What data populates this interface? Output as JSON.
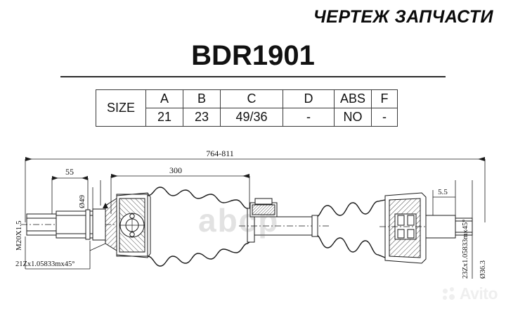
{
  "header": {
    "brand_title": "ЧЕРТЕЖ ЗАПЧАСТИ",
    "part_number": "BDR1901"
  },
  "spec_table": {
    "row_label": "SIZE",
    "columns": [
      "A",
      "B",
      "C",
      "D",
      "ABS",
      "F"
    ],
    "values": [
      "21",
      "23",
      "49/36",
      "-",
      "NO",
      "-"
    ]
  },
  "drawing": {
    "dimensions": {
      "overall_length": "764-811",
      "inner_length": "300",
      "left_spline_length": "55",
      "left_flange_diameter": "Ø49",
      "right_step": "5.5",
      "right_diameter": "Ø36.3",
      "left_thread": "M20X1.5",
      "left_spline_spec": "21Zx1.05833mx45°",
      "right_spline_spec": "23Zx1.05833mx45°"
    }
  },
  "watermarks": {
    "center": "abcp",
    "corner_logo": "Avito"
  },
  "colors": {
    "ink": "#111111",
    "rule": "#2b2b2b",
    "line": "#1a1a1a",
    "watermark_center": "rgba(110,110,110,0.20)",
    "watermark_corner": "#efefef"
  }
}
